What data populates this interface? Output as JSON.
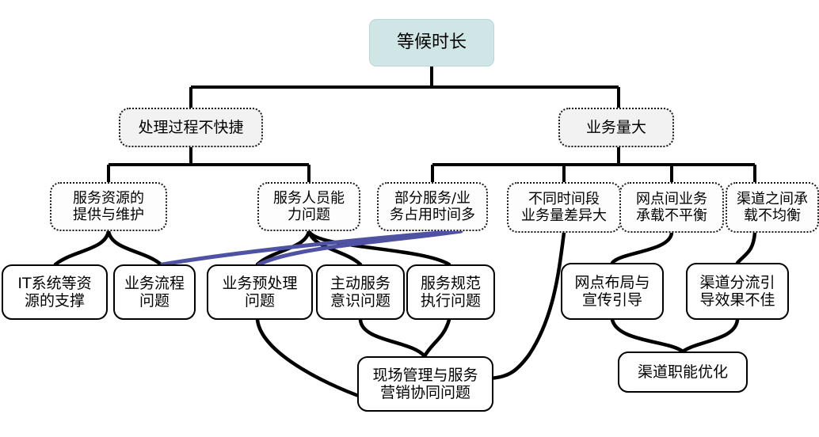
{
  "diagram": {
    "type": "fishbone-tree",
    "title_node": "等候时长",
    "colors": {
      "root_fill": "#cfe5e6",
      "category_fill": "#f2f2f2",
      "edge_black": "#000000",
      "edge_blue": "#4f52a3",
      "text": "#000000",
      "background": "#ffffff"
    },
    "levels": {
      "root": {
        "id": "root",
        "label": "等候时长"
      },
      "level2": [
        {
          "id": "l2-1",
          "label": "处理过程不快捷"
        },
        {
          "id": "l2-2",
          "label": "业务量大"
        }
      ],
      "level3": [
        {
          "id": "l3-1",
          "label": "服务资源的\n提供与维护",
          "parent": "l2-1"
        },
        {
          "id": "l3-2",
          "label": "服务人员能\n力问题",
          "parent": "l2-1"
        },
        {
          "id": "l3-3",
          "label": "部分服务/业\n务占用时间多",
          "parent": "l2-2"
        },
        {
          "id": "l3-4",
          "label": "不同时间段\n业务量差异大",
          "parent": "l2-2"
        },
        {
          "id": "l3-5",
          "label": "网点间业务\n承载不平衡",
          "parent": "l2-2"
        },
        {
          "id": "l3-6",
          "label": "渠道之间承\n载不均衡",
          "parent": "l2-2"
        }
      ],
      "level4": [
        {
          "id": "l4-1",
          "label": "IT系统等资\n源的支撑",
          "parent": "l3-1"
        },
        {
          "id": "l4-2",
          "label": "业务流程\n问题",
          "parent": "l3-1"
        },
        {
          "id": "l4-3",
          "label": "业务预处理\n问题",
          "parent": "l3-2"
        },
        {
          "id": "l4-4",
          "label": "主动服务\n意识问题",
          "parent": "l3-2"
        },
        {
          "id": "l4-5",
          "label": "服务规范\n执行问题",
          "parent": "l3-2"
        },
        {
          "id": "l4-6",
          "label": "网点布局与\n宣传引导",
          "parent": "l3-5"
        },
        {
          "id": "l4-7",
          "label": "渠道分流引\n导效果不佳",
          "parent": "l3-6"
        }
      ],
      "level5": [
        {
          "id": "l5-1",
          "label": "现场管理与服务\n营销协同问题"
        },
        {
          "id": "l5-2",
          "label": "渠道职能优化"
        }
      ]
    },
    "cross_links": [
      {
        "from": "l3-3",
        "to": "l4-2",
        "color": "blue"
      },
      {
        "from": "l3-3",
        "to": "l4-3",
        "color": "blue"
      }
    ]
  }
}
